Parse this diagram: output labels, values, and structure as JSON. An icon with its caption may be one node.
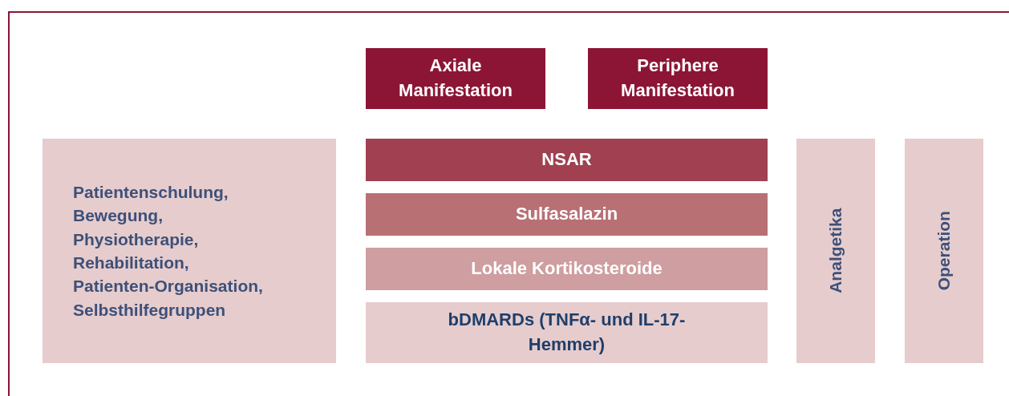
{
  "diagram": {
    "nodes": [
      {
        "text": [
          "Axiale Manifestation"
        ]
      },
      {
        "text": [
          "Periphere Manifestation"
        ]
      },
      {
        "text": [
          "Patientenschulung, Bewegung, Physiotherapie, Rehabilitation, Patienten-Organisation, Selbsthilfegruppen"
        ]
      },
      {
        "text": [
          "NSAR"
        ]
      },
      {
        "text": [
          "Sulfasalazin"
        ]
      },
      {
        "text": [
          "Lokale Kortikosteroide"
        ]
      },
      {
        "text": [
          "bDMARDs (TNFα- und IL-17-Hemmer)"
        ]
      },
      {
        "text": [
          "Analgetika"
        ]
      },
      {
        "text": [
          "Operation"
        ]
      }
    ],
    "edges": []
  }
}
